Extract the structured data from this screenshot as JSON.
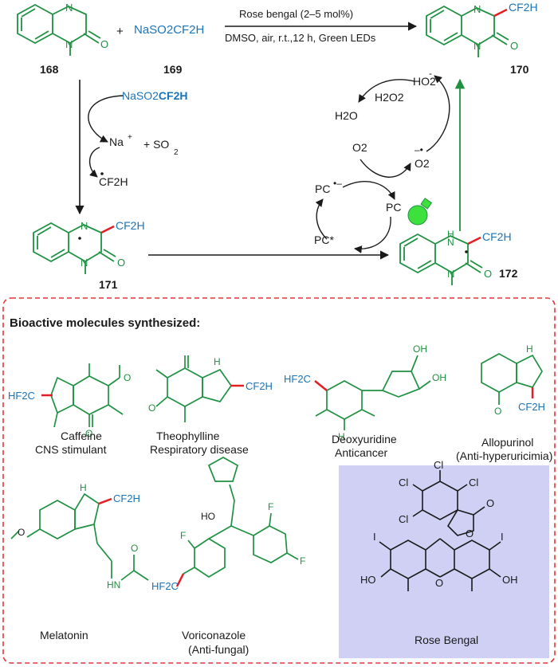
{
  "colors": {
    "green": "#1f9142",
    "blue": "#1b74b8",
    "red": "#e31e24",
    "black": "#1a1a1a",
    "dash": "#e4353a",
    "panel": "#cfd0f4",
    "bulb": "#3ee03e"
  },
  "scheme": {
    "compound_168": "168",
    "compound_169": "169",
    "compound_170": "170",
    "compound_171": "171",
    "compound_172": "172",
    "plus": "+",
    "reagent_169": "NaSO2CF2H",
    "condition_top": "Rose bengal (2–5 mol%)",
    "condition_bottom": "DMSO, air, r.t.,12 h, Green LEDs",
    "reagent_side_plain": "NaSO2",
    "reagent_side_bold": "CF2H",
    "na_label": "Na",
    "plus_so2": "+ SO",
    "so2_sub": "2",
    "cf2h_radical": "CF2H",
    "cf2h": "CF2H",
    "ho2_label": "HO2",
    "minus": "-",
    "h2o2": "H2O2",
    "h2o": "H2O",
    "o2": "O2",
    "o2_radical": "O2",
    "pc": "PC",
    "pc_radical_anion": "PC",
    "pc_excited": "PC*"
  },
  "panel": {
    "heading": "Bioactive molecules synthesized:",
    "caffeine_name": "Caffeine",
    "caffeine_use": "CNS stimulant",
    "theophylline_name": "Theophylline",
    "theophylline_use": "Respiratory disease",
    "deoxyuridine_name": "Deoxyuridine",
    "deoxyuridine_use": "Anticancer",
    "allopurinol_name": "Allopurinol",
    "allopurinol_use": "(Anti-hyperuricimia)",
    "melatonin_name": "Melatonin",
    "voriconazole_name": "Voriconazole",
    "voriconazole_use": "(Anti-fungal)",
    "rose_bengal": "Rose Bengal",
    "hf2c": "HF2C",
    "cf2h": "CF2H",
    "atoms": {
      "N": "N",
      "O": "O",
      "H": "H",
      "NH": "NH",
      "HN": "HN",
      "HO": "HO",
      "OH": "OH",
      "I": "I",
      "Cl": "Cl",
      "F": "F"
    }
  }
}
